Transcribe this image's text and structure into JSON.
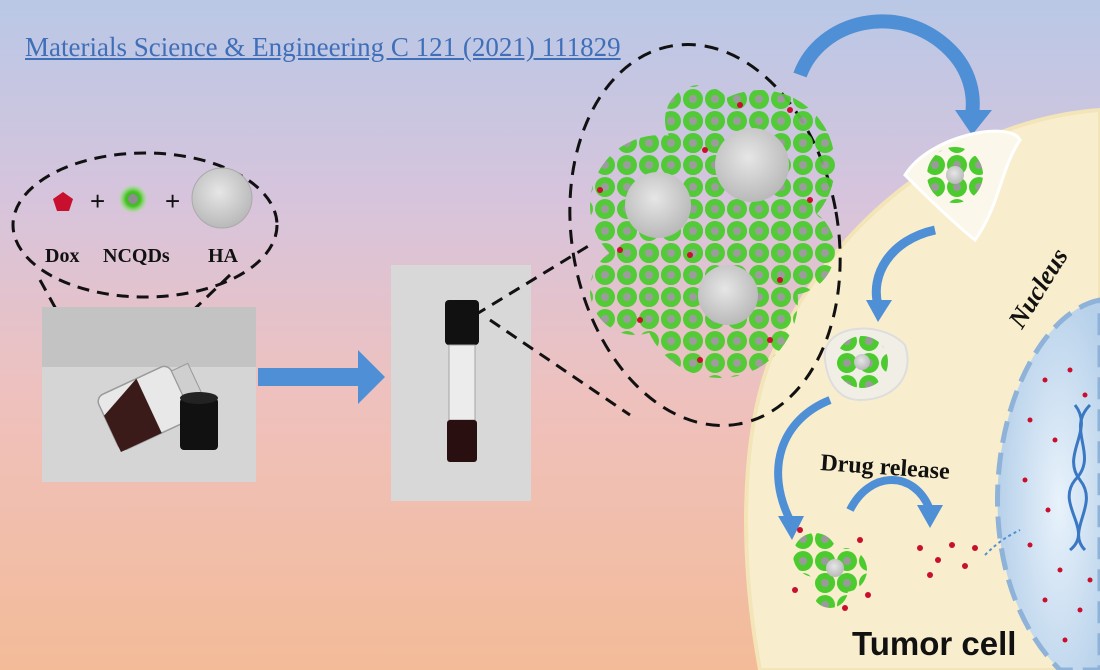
{
  "citation": "Materials Science & Engineering C 121 (2021) 111829",
  "legend": {
    "plus": "+",
    "dox": "Dox",
    "ncqds": "NCQDs",
    "ha": "HA"
  },
  "labels": {
    "drug_release": "Drug release",
    "nucleus": "Nucleus",
    "tumor_cell": "Tumor cell"
  },
  "colors": {
    "dox": "#c8102e",
    "ncqd_glow": "#5fd33a",
    "ha": "#c8c8c8",
    "arrow": "#4f8fd6",
    "cell": "#f9f0d4",
    "nucleus": "#cfe1f2"
  }
}
